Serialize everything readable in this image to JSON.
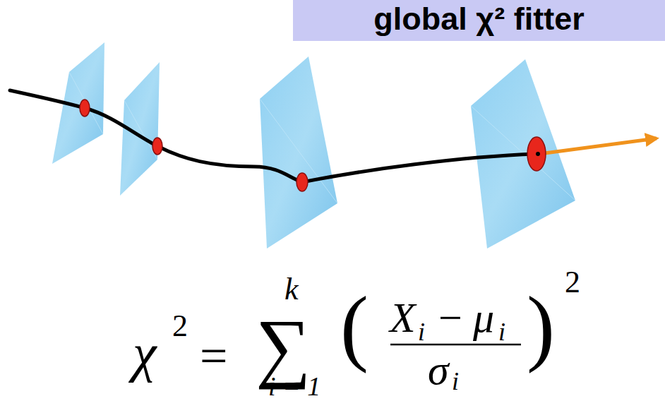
{
  "diagram": {
    "title": "global χ² fitter",
    "labels": [
      "χ",
      "2",
      "=",
      "∑",
      "k",
      "i = 1",
      "(",
      "X",
      "i",
      "−",
      "μ",
      "i",
      "σ",
      "i",
      ")",
      "2"
    ]
  }
}
